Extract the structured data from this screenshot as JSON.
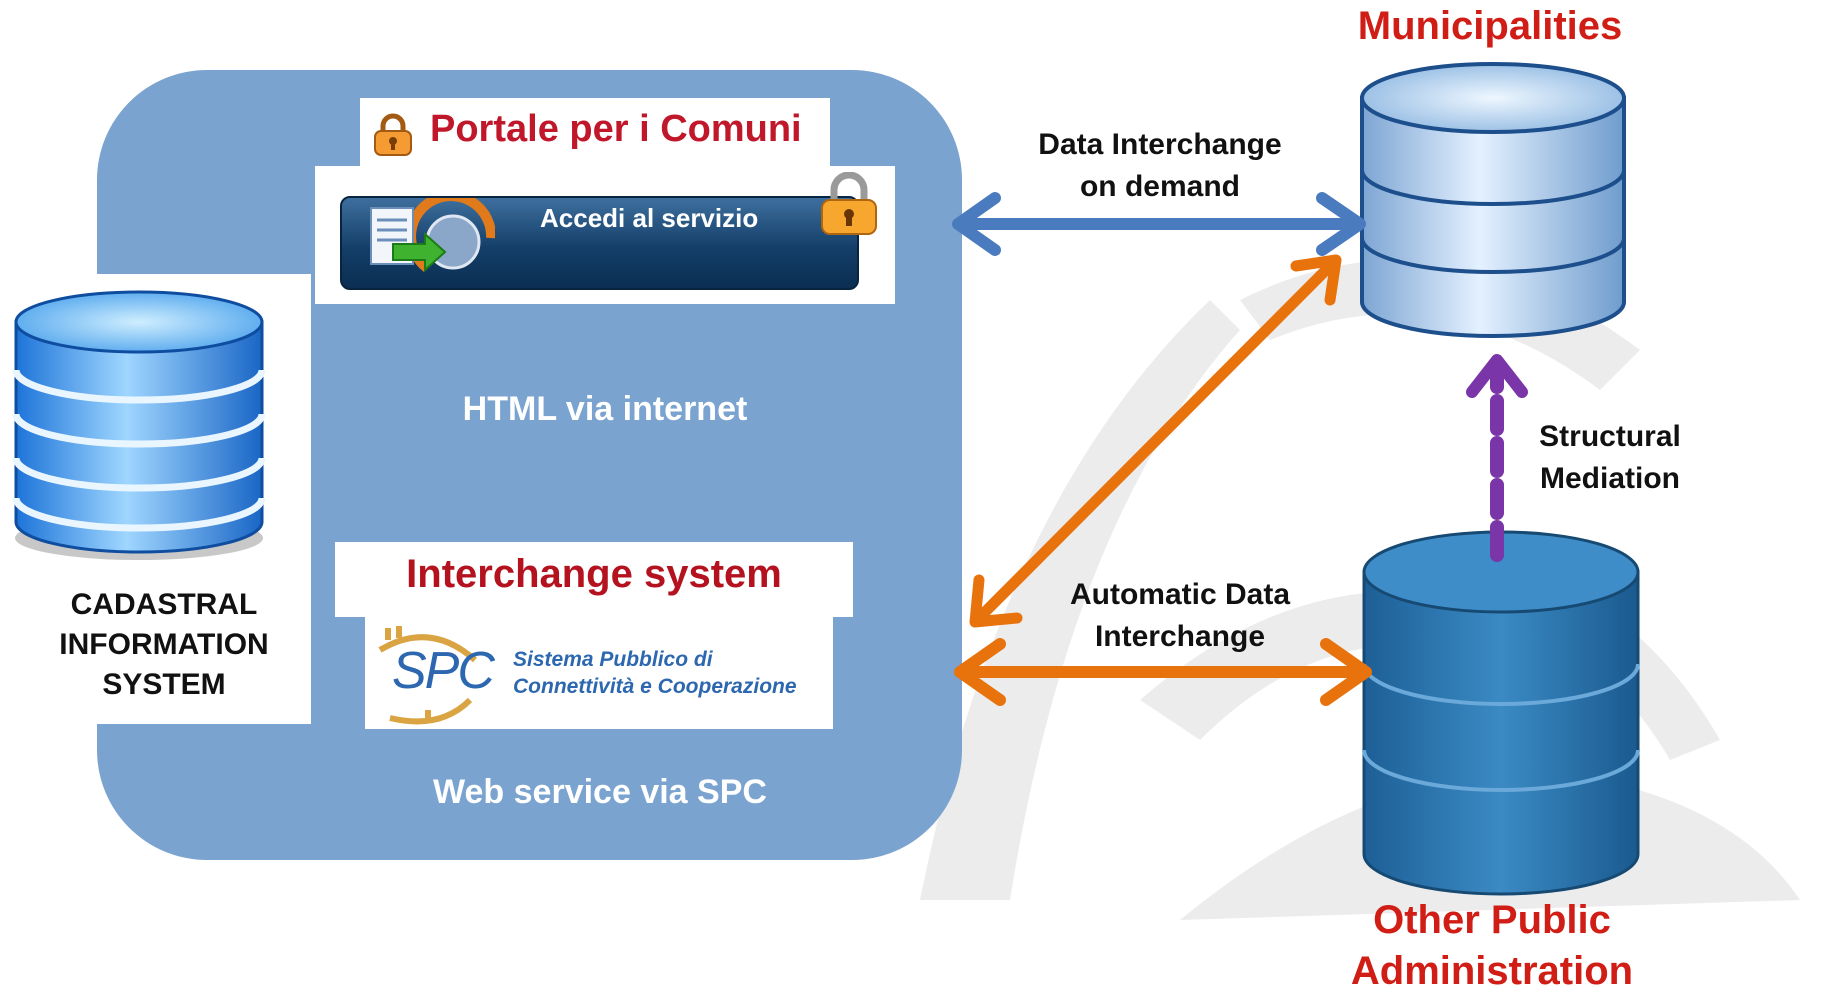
{
  "portal": {
    "title": "Portale per i Comuni",
    "button_label": "Accedi al servizio",
    "channel_label": "HTML via internet"
  },
  "interchange": {
    "title": "Interchange system",
    "spc_logo": "SPC",
    "spc_line1": "Sistema Pubblico di",
    "spc_line2": "Connettività e Cooperazione",
    "channel_label": "Web service via SPC"
  },
  "cadastral": {
    "line1": "CADASTRAL",
    "line2": "INFORMATION",
    "line3": "SYSTEM"
  },
  "municipalities": {
    "label": "Municipalities"
  },
  "other_pa": {
    "line1": "Other Public",
    "line2": "Administration"
  },
  "links": {
    "on_demand_line1": "Data Interchange",
    "on_demand_line2": "on demand",
    "automatic_line1": "Automatic Data",
    "automatic_line2": "Interchange",
    "mediation_line1": "Structural",
    "mediation_line2": "Mediation"
  },
  "colors": {
    "panel": "#7aa3cf",
    "on_demand_arrow": "#4a7bbf",
    "automatic_arrow": "#e8720c",
    "mediation_arrow": "#7a35a8",
    "title_red": "#d01e16",
    "title_dark_red": "#b4121f"
  },
  "icons": {
    "cadastral_db": "database-icon",
    "municipalities_db": "database-icon",
    "other_pa_db": "database-icon",
    "portal_lock": "padlock-icon",
    "button_lock": "padlock-icon",
    "button_transfer": "document-transfer-icon"
  }
}
